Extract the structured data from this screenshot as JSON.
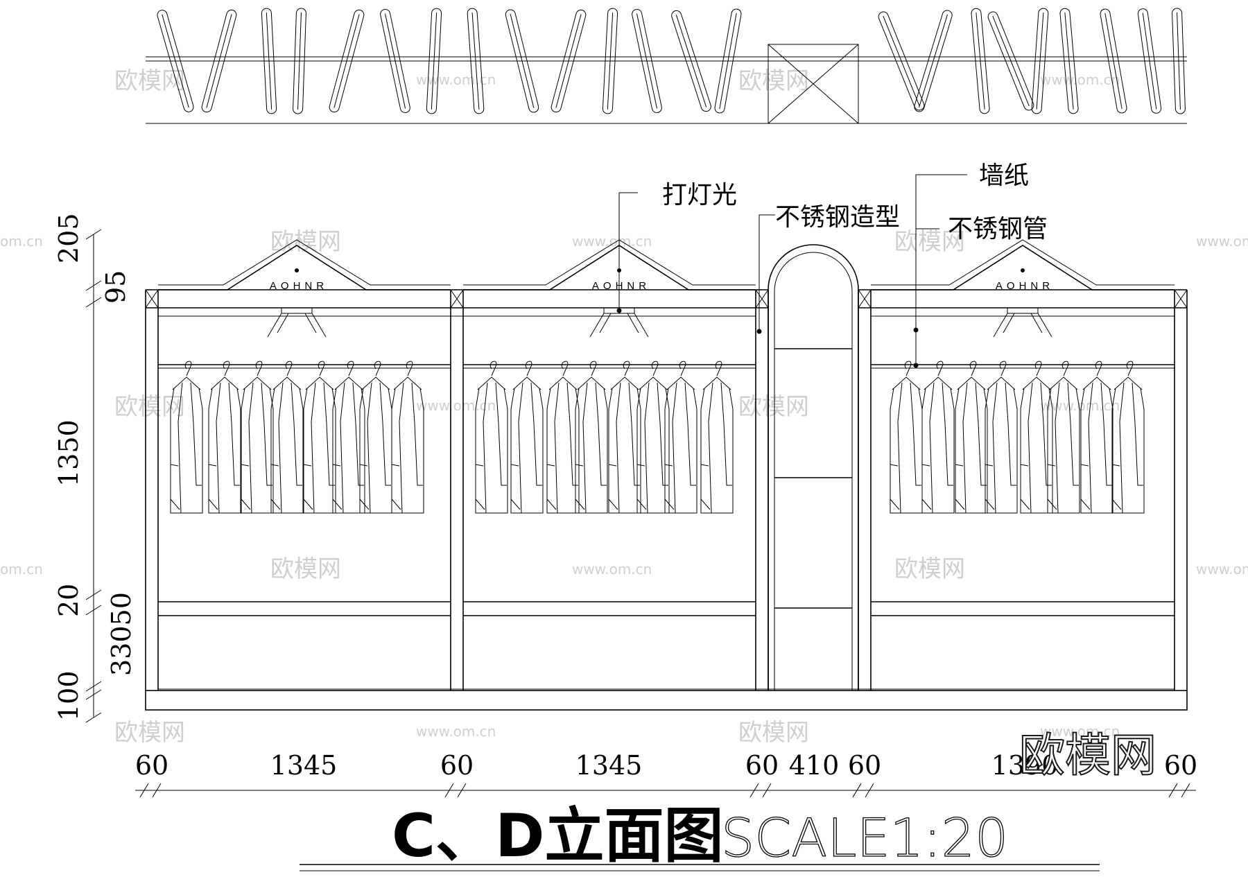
{
  "brand": "AOHNR",
  "annotations": {
    "lighting": "打灯光",
    "ss_shape": "不锈钢造型",
    "wallpaper": "墙纸",
    "ss_pipe": "不锈钢管"
  },
  "vertical_dims": [
    "205",
    "95",
    "1350",
    "20",
    "33050",
    "100"
  ],
  "horizontal_dims": [
    "60",
    "1345",
    "60",
    "1345",
    "60",
    "410",
    "60",
    "1390",
    "60"
  ],
  "title": "C、D立面图",
  "scale": "SCALE1:20",
  "watermarks": {
    "logo": "欧模网",
    "url": "www.om.cn",
    "url_cut": "om.cn"
  }
}
